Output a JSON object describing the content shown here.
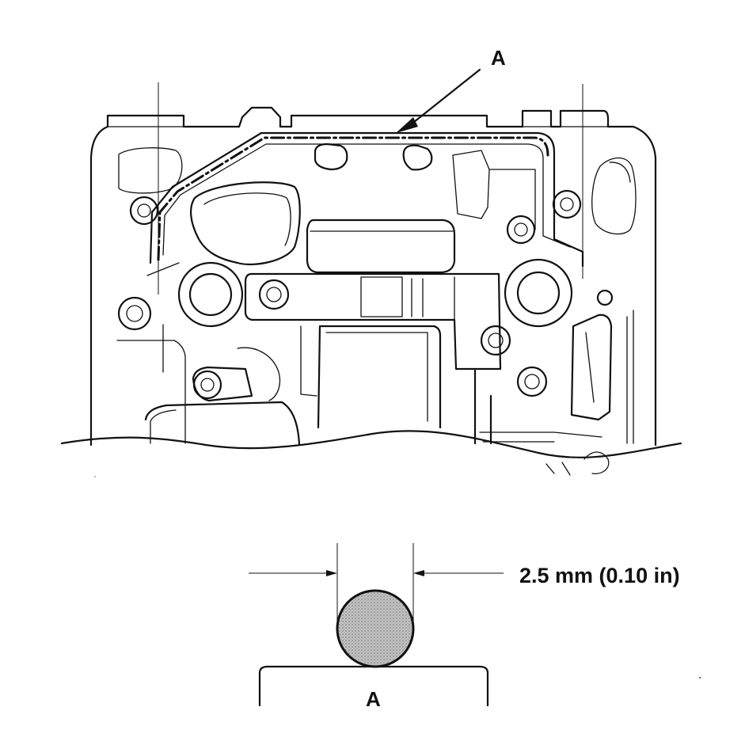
{
  "callouts": {
    "top_label": "A",
    "bottom_label": "A"
  },
  "dimension": {
    "text": "2.5 mm (0.10 in)"
  },
  "colors": {
    "ink": "#111111",
    "bead_fill": "#a8a8a8",
    "background": "#ffffff"
  }
}
